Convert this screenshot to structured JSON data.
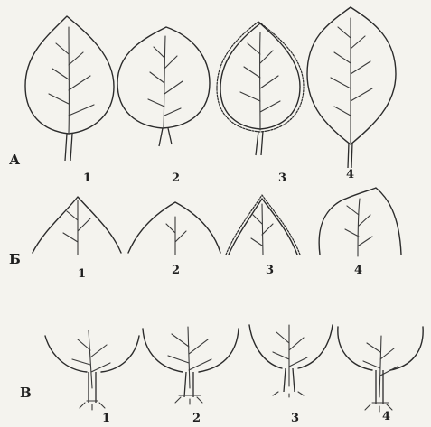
{
  "rows": [
    {
      "label": "А",
      "numbers": [
        "1",
        "2",
        "3",
        "4"
      ]
    },
    {
      "label": "Б",
      "numbers": [
        "1",
        "2",
        "3",
        "4"
      ]
    },
    {
      "label": "В",
      "numbers": [
        "1",
        "2",
        "3",
        "4"
      ]
    }
  ]
}
